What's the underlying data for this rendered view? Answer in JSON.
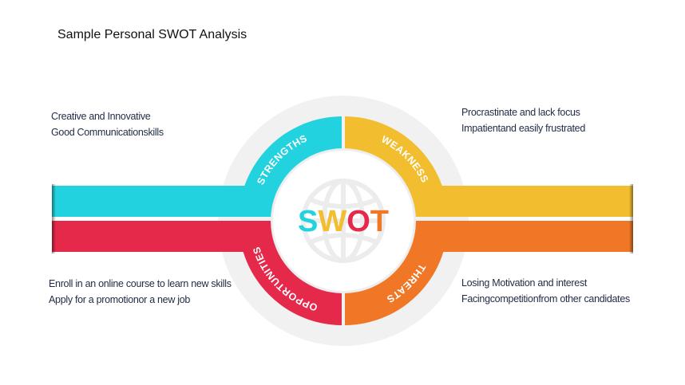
{
  "title": "Sample Personal SWOT Analysis",
  "center_letters": [
    "S",
    "W",
    "O",
    "T"
  ],
  "colors": {
    "strengths": "#22d3df",
    "weakness": "#f3bd30",
    "opportunities": "#e5294a",
    "threats": "#ef7726",
    "ring_bg": "#f1f1f1",
    "globe": "#ececec"
  },
  "quadrants": {
    "strengths": {
      "label": "STRENGTHS",
      "items": [
        "Creative and Innovative",
        "Good Communicationskills"
      ]
    },
    "weakness": {
      "label": "WEAKNESS",
      "items": [
        "Procrastinate and lack focus",
        "Impatientand easily frustrated"
      ]
    },
    "opportunities": {
      "label": "OPPORTUNITIES",
      "items": [
        "Enroll in an online course to learn new skills",
        "Apply for a promotionor a new job"
      ]
    },
    "threats": {
      "label": "THREATS",
      "items": [
        "Losing Motivation and interest",
        "Facingcompetitionfrom other candidates"
      ]
    }
  }
}
